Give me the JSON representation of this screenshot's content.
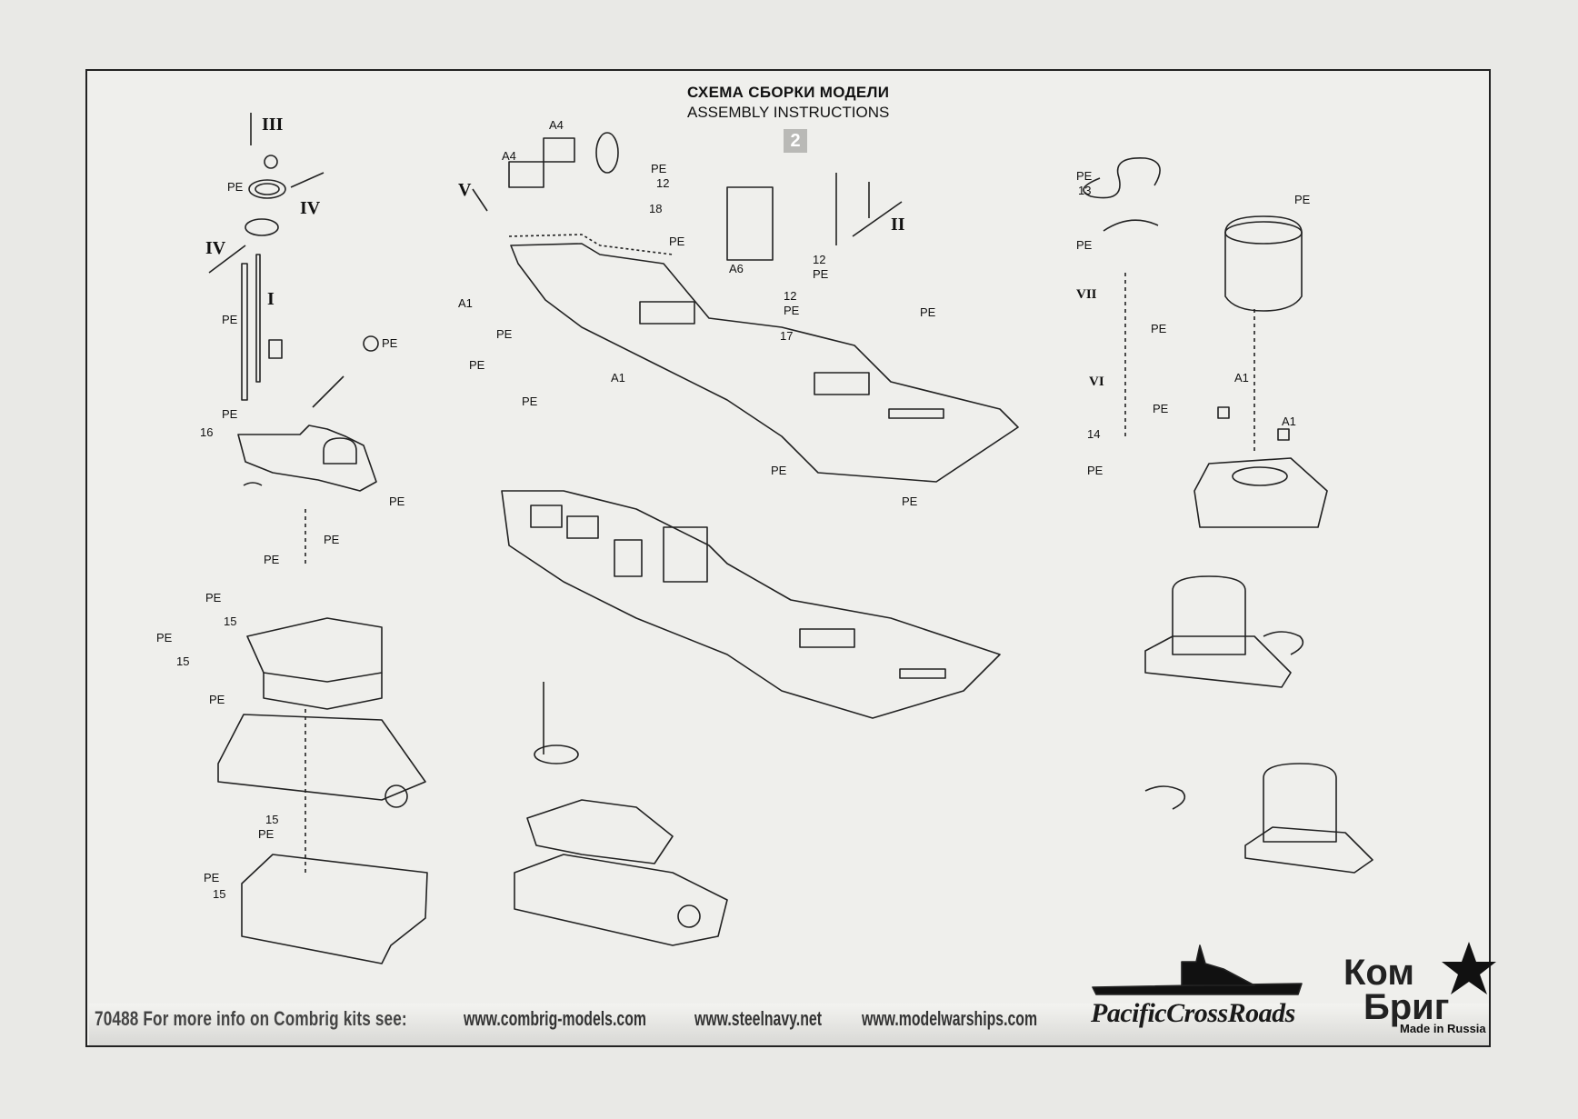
{
  "header": {
    "title_ru": "СХЕМА СБОРКИ МОДЕЛИ",
    "title_en": "ASSEMBLY INSTRUCTIONS",
    "step": "2"
  },
  "labels": {
    "pe": "PE",
    "a1": "A1",
    "a4": "A4",
    "a6": "A6",
    "n12": "12",
    "n13": "13",
    "n14": "14",
    "n15": "15",
    "n16": "16",
    "n17": "17",
    "n18": "18",
    "r1": "I",
    "r2": "II",
    "r3": "III",
    "r4": "IV",
    "r5": "V",
    "r6": "VI",
    "r7": "VII"
  },
  "footer": {
    "kit_text": "70488  For more info on Combrig kits see:",
    "url1": "www.combrig-models.com",
    "url2": "www.steelnavy.net",
    "url3": "www.modelwarships.com"
  },
  "brand": {
    "pcr": "PacificCrossRoads",
    "kom": "Ком",
    "brig": "Бриг",
    "made_in": "Made in Russia"
  }
}
